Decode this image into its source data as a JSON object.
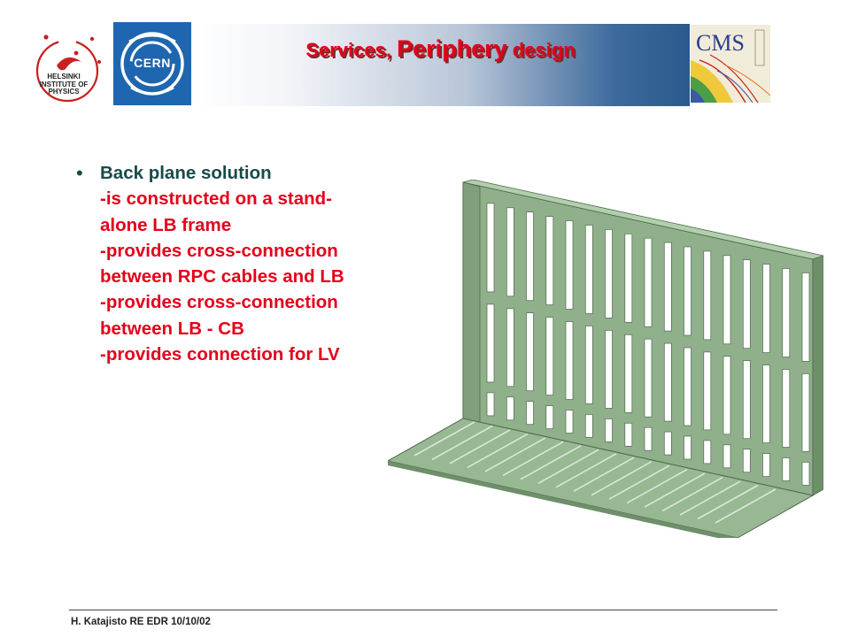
{
  "header": {
    "title_part1": "Services, ",
    "title_part2": "Periphery",
    "title_part3": " design"
  },
  "logos": {
    "hip_lines": [
      "HELSINKI",
      "INSTITUTE OF",
      "PHYSICS"
    ],
    "cern_label": "CERN",
    "cms_label": "CMS"
  },
  "content": {
    "bullet_lead": "Back plane solution",
    "bullet_lines": [
      "-is constructed on a stand-",
      "alone LB frame",
      "-provides cross-connection",
      "between RPC cables and LB",
      "-provides cross-connection",
      "between LB - CB",
      "-provides connection for LV"
    ]
  },
  "footer": {
    "text": "H. Katajisto   RE  EDR 10/10/02"
  },
  "colors": {
    "title_red": "#e3001b",
    "body_teal": "#1a4a4a",
    "frame_green": "#8fb08b",
    "cern_blue": "#1f66b0"
  }
}
